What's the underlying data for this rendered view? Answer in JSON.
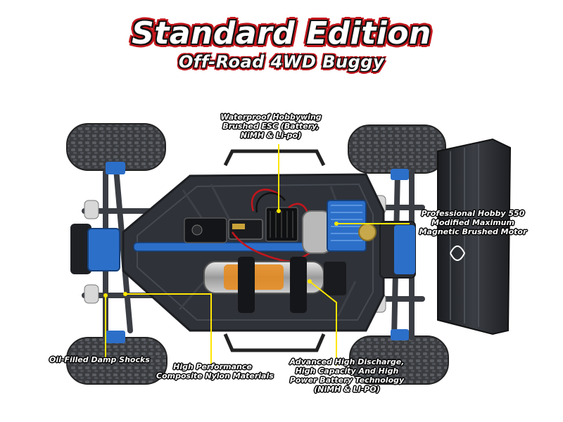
{
  "title": {
    "main": "Standard Edition",
    "sub": "Off-Road 4WD Buggy"
  },
  "callouts": {
    "esc": [
      "Waterproof Hobbywing",
      "Brushed ESC (Battery,",
      "NiMH & Li-po)"
    ],
    "motor": [
      "Professional Hobby 550",
      "Modified Maximum",
      "Magnetic Brushed Motor"
    ],
    "shocks": [
      "Oil-Filled Damp Shocks"
    ],
    "nylon": [
      "High Performance",
      "Composite Nylon Materials"
    ],
    "battery": [
      "Advanced High Discharge,",
      "High Capacity And High",
      "Power Battery Technology",
      "(NiMH & LI-PO)"
    ]
  },
  "colors": {
    "title_outline": "#c4161c",
    "leader_line": "#ffe600",
    "chassis": "#2f3238",
    "aluminum_blue": "#2c6fc9",
    "tire": "#3a3c40"
  }
}
